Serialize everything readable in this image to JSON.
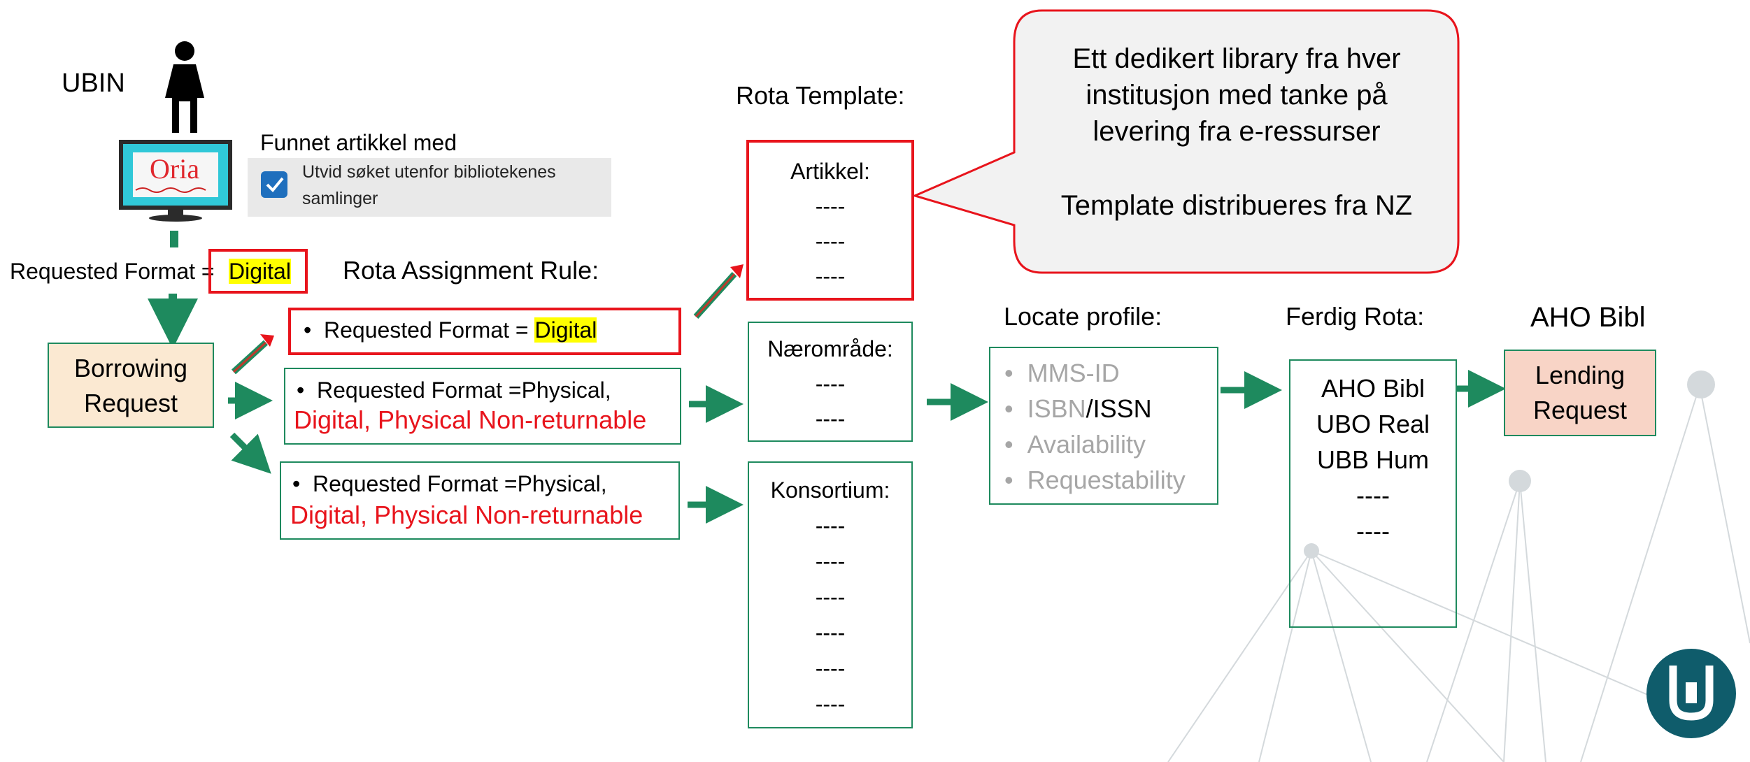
{
  "ubin_label": "UBIN",
  "oria": {
    "logo_text": "Oria",
    "found_text": "Funnet artikkel med",
    "checkbox_label_line1": "Utvid søket utenfor bibliotekenes",
    "checkbox_label_line2": "samlinger",
    "checkbox_checked": true
  },
  "requested_format": {
    "prefix": "Requested Format ",
    "eq": "=",
    "value": "Digital"
  },
  "borrowing_request": {
    "line1": "Borrowing",
    "line2": "Request"
  },
  "rota_assignment_rule": {
    "title": "Rota Assignment Rule:",
    "rule1": {
      "bullet": "•",
      "text": "Requested Format = ",
      "value": "Digital"
    },
    "rule2": {
      "bullet": "•",
      "text": "Requested Format =Physical,",
      "red": "Digital, Physical Non-returnable"
    },
    "rule3": {
      "bullet": "•",
      "text": "Requested Format =Physical,",
      "red": "Digital, Physical Non-returnable"
    }
  },
  "rota_template": {
    "title": "Rota Template:",
    "artikkel": {
      "label": "Artikkel:",
      "entries": [
        "----",
        "----",
        "----"
      ]
    },
    "naeromrade": {
      "label": "Nærområde:",
      "entries": [
        "----",
        "----"
      ]
    },
    "konsortium": {
      "label": "Konsortium:",
      "entries": [
        "----",
        "----",
        "----",
        "----",
        "----",
        "----"
      ]
    }
  },
  "callout": {
    "line1": "Ett dedikert library fra hver",
    "line2": "institusjon med tanke på",
    "line3": "levering fra e-ressurser",
    "line4": "Template distribueres fra NZ"
  },
  "locate_profile": {
    "title": "Locate profile:",
    "items": [
      "MMS-ID",
      "ISBN",
      "/ISSN",
      "Availability",
      "Requestability"
    ]
  },
  "ferdig_rota": {
    "title": "Ferdig Rota:",
    "items": [
      "AHO Bibl",
      "UBO Real",
      "UBB Hum",
      "----",
      "----"
    ]
  },
  "lending": {
    "title": "AHO Bibl",
    "line1": "Lending",
    "line2": "Request"
  },
  "colors": {
    "green": "#1e8a5e",
    "red": "#e8141c",
    "highlight": "#ffff00",
    "callout_bg": "#f2f2f2",
    "borrow_bg": "#fbe9d2",
    "lend_bg": "#f8d4c6",
    "logo_teal": "#0f5c6b"
  }
}
